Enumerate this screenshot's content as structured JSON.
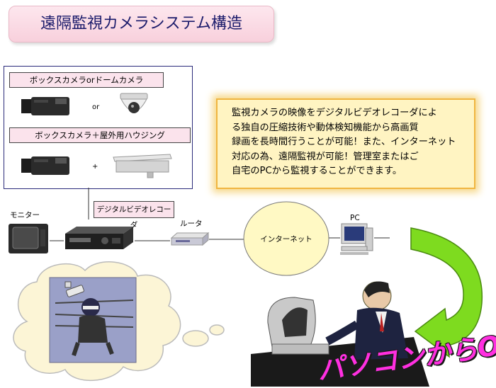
{
  "title": "遠隔監視カメラシステム構造",
  "cameras": {
    "label1": "ボックスカメラorドームカメラ",
    "or_text": "or",
    "label2": "ボックスカメラ＋屋外用ハウジング",
    "plus_text": "+"
  },
  "dvr_label": "デジタルビデオレコーダ",
  "monitor_label": "モニター",
  "router_label": "ルータ",
  "internet_label": "インターネット",
  "pc_label": "PC",
  "description": "監視カメラの映像をデジタルビデオレコーダによ\nる独自の圧縮技術や動体検知機能から高画質\n録画を長時間行うことが可能！また、インターネット\n対応の為、遠隔監視が可能！管理室またはご\n自宅のPCから監視することができます。",
  "slogan": "パソコンからOK！",
  "colors": {
    "accent_pink": "#ff2fe0",
    "arrow_green": "#7edb1f",
    "internet_yellow": "#fff9c4"
  }
}
